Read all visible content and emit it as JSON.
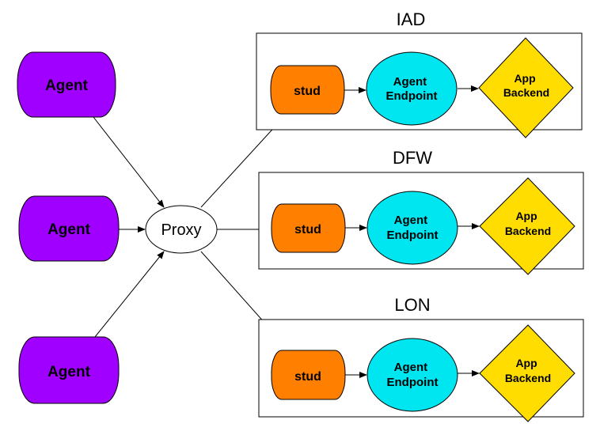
{
  "colors": {
    "agent": "#a000ff",
    "stud": "#ff7f00",
    "endpoint": "#00e6f0",
    "backend": "#ffdd00",
    "proxy": "#ffffff",
    "line": "#000000"
  },
  "agents": [
    {
      "label": "Agent"
    },
    {
      "label": "Agent"
    },
    {
      "label": "Agent"
    }
  ],
  "proxy": {
    "label": "Proxy"
  },
  "regions": [
    {
      "name": "IAD",
      "stud": "stud",
      "endpoint": [
        "Agent",
        "Endpoint"
      ],
      "backend": [
        "App",
        "Backend"
      ]
    },
    {
      "name": "DFW",
      "stud": "stud",
      "endpoint": [
        "Agent",
        "Endpoint"
      ],
      "backend": [
        "App",
        "Backend"
      ]
    },
    {
      "name": "LON",
      "stud": "stud",
      "endpoint": [
        "Agent",
        "Endpoint"
      ],
      "backend": [
        "App",
        "Backend"
      ]
    }
  ]
}
